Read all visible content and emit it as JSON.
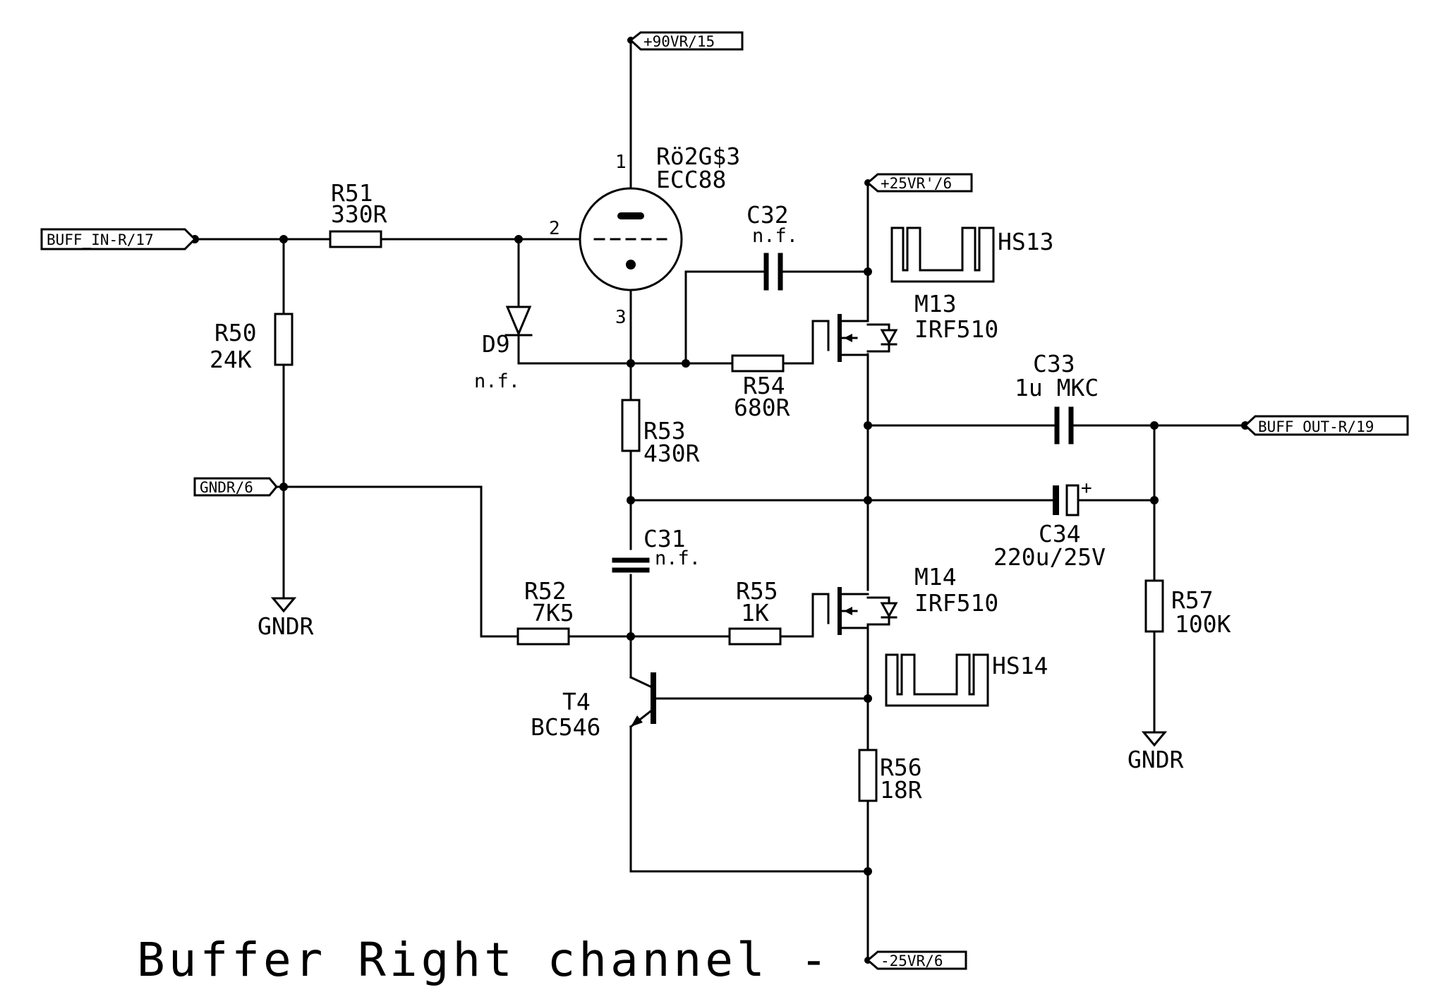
{
  "title": "Buffer Right channel -",
  "nets": {
    "vplus90": "+90VR/15",
    "vplus25": "+25VR'/6",
    "vminus25": "-25VR/6",
    "buff_in": "BUFF_IN-R/17",
    "buff_out": "BUFF_OUT-R/19",
    "gndr6": "GNDR/6",
    "gndr_a": "GNDR",
    "gndr_b": "GNDR"
  },
  "components": {
    "tube": {
      "ref": "Rö2G$3",
      "value": "ECC88",
      "pin1": "1",
      "pin2": "2",
      "pin3": "3"
    },
    "r50": {
      "ref": "R50",
      "value": "24K"
    },
    "r51": {
      "ref": "R51",
      "value": "330R"
    },
    "r52": {
      "ref": "R52",
      "value": "7K5"
    },
    "r53": {
      "ref": "R53",
      "value": "430R"
    },
    "r54": {
      "ref": "R54",
      "value": "680R"
    },
    "r55": {
      "ref": "R55",
      "value": "1K"
    },
    "r56": {
      "ref": "R56",
      "value": "18R"
    },
    "r57": {
      "ref": "R57",
      "value": "100K"
    },
    "c31": {
      "ref": "C31",
      "value": "n.f."
    },
    "c32": {
      "ref": "C32",
      "value": "n.f."
    },
    "c33": {
      "ref": "C33",
      "value": "1u MKC"
    },
    "c34": {
      "ref": "C34",
      "value": "220u/25V",
      "plus": "+"
    },
    "d9": {
      "ref": "D9",
      "value": "n.f."
    },
    "m13": {
      "ref": "M13",
      "value": "IRF510"
    },
    "m14": {
      "ref": "M14",
      "value": "IRF510"
    },
    "t4": {
      "ref": "T4",
      "value": "BC546"
    },
    "hs13": {
      "ref": "HS13"
    },
    "hs14": {
      "ref": "HS14"
    }
  }
}
